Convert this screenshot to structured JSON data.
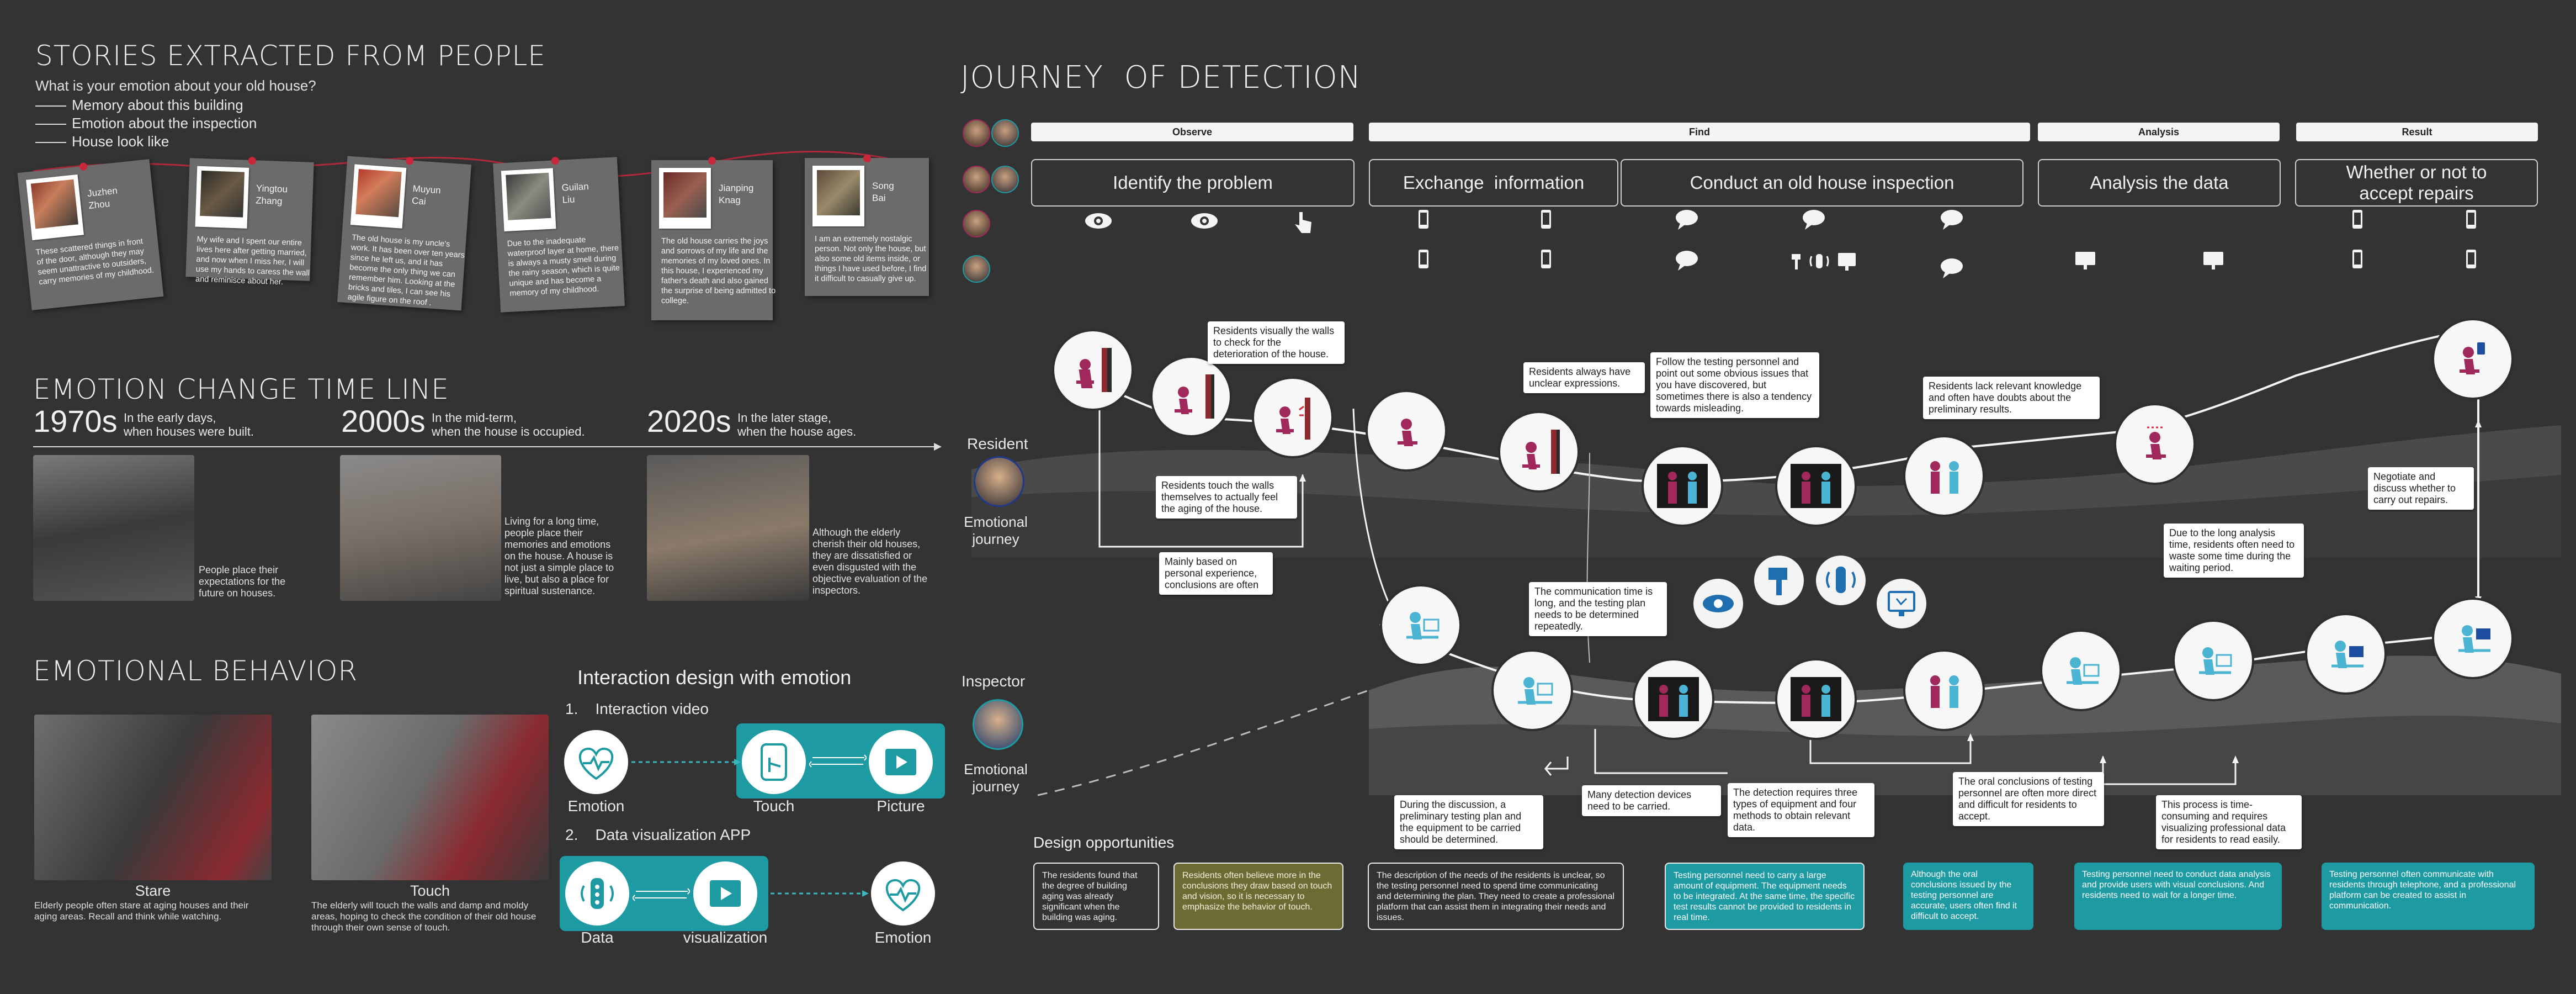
{
  "stories": {
    "title": "STORIES EXTRACTED FROM PEOPLE",
    "question": "What is your emotion about your old house?",
    "bullets": [
      "Memory about this building",
      "Emotion about the inspection",
      "House look like"
    ],
    "cards": [
      {
        "name": "Juzhen\nZhou",
        "text": "These scattered things in front of the door, although they may seem unattractive to outsiders, carry memories of my childhood."
      },
      {
        "name": "Yingtou\nZhang",
        "text": "My wife and I spent our entire lives here after getting married, and now when I miss her, I will use my hands to caress the wall and reminisce about her."
      },
      {
        "name": "Muyun\nCai",
        "text": "The old house is my uncle's work. It has been over ten years since he left us, and it has become the only thing we can remember him. Looking at the bricks and tiles, I can see his agile figure on the roof ."
      },
      {
        "name": "Guilan\nLiu",
        "text": "Due to the inadequate waterproof layer at home, there is always a musty smell during the rainy season, which is quite unique and has become a memory of my childhood."
      },
      {
        "name": "Jianping\nKnag",
        "text": "The old house carries the joys and sorrows of my life and the memories of my loved ones. In this house, I experienced my father's death and also gained the surprise of being admitted to college."
      },
      {
        "name": "Song\nBai",
        "text": "I am an extremely nostalgic person. Not only the house, but also some old items inside, or things I have used before, I find it difficult to casually give up."
      }
    ]
  },
  "timeline": {
    "title": "EMOTION CHANGE TIME LINE",
    "eras": [
      {
        "year": "1970s",
        "sub": "In the early days,\nwhen houses were built.",
        "caption": "People place their expectations for the future on houses."
      },
      {
        "year": "2000s",
        "sub": "In the mid-term,\nwhen the house is occupied.",
        "caption": "Living for a long time, people place their memories and emotions on the house. A house is not just a simple place to live, but also a place for spiritual sustenance."
      },
      {
        "year": "2020s",
        "sub": "In the later stage,\nwhen the house  ages.",
        "caption": "Although the elderly cherish their old houses, they are dissatisfied or even disgusted with the objective evaluation of the inspectors."
      }
    ]
  },
  "behavior": {
    "title": "EMOTIONAL BEHAVIOR",
    "stare_label": "Stare",
    "stare_text": "Elderly people often stare at aging houses and their aging areas. Recall and think while watching.",
    "touch_label": "Touch",
    "touch_text": "The elderly will touch the walls and damp and moldy areas, hoping to check the condition of their old house through their own sense of touch."
  },
  "interaction": {
    "title": "Interaction design with emotion",
    "item1": "1.    Interaction video",
    "item2": "2.    Data visualization APP",
    "row1": [
      "Emotion",
      "Touch",
      "Picture"
    ],
    "row2": [
      "Data",
      "visualization",
      "Emotion"
    ]
  },
  "journey": {
    "title": "JOURNEY  OF DETECTION",
    "stages": [
      "Observe",
      "Find",
      "Analysis",
      "Result"
    ],
    "steps": [
      "Identify the problem",
      "Exchange  information",
      "Conduct an old house inspection",
      "Analysis the data",
      "Whether or not to\naccept repairs"
    ],
    "resident_label": "Resident",
    "inspector_label": "Inspector",
    "emotional_journey": "Emotional\njourney",
    "notes": {
      "n1": "Residents visually the walls  to check for the deterioration of the house.",
      "n2": "Residents touch the walls themselves to actually feel the aging of the house.",
      "n3": "Mainly based on personal experience, conclusions are often",
      "n4": "Residents always have unclear expressions.",
      "n5": "Follow the testing personnel and point out some obvious issues that you have discovered, but sometimes there is also a tendency towards misleading.",
      "n6": "Residents lack relevant knowledge and often have doubts about the preliminary results.",
      "n7": "Negotiate and discuss whether to carry out repairs.",
      "n8": "Due to the long analysis time, residents often need to waste some time during the waiting period.",
      "n9": "The communication time is long, and the testing plan needs to be determined repeatedly.",
      "n10": "During the discussion, a preliminary testing plan and the equipment to be carried should be determined.",
      "n11": "Many detection devices need to be carried.",
      "n12": "The detection requires three types of equipment and four methods to obtain relevant data.",
      "n13": "The oral conclusions of testing personnel are often more direct and difficult for residents to accept.",
      "n14": "This process is time-consuming and requires visualizing professional data for residents to read easily."
    }
  },
  "opportunities": {
    "title": "Design opportunities",
    "items": [
      "The residents found that the degree of building aging was already significant when the building was aging.",
      "Residents often believe more in the conclusions they draw based on touch and vision, so it is necessary to emphasize the behavior of touch.",
      "The description of the needs of the residents is unclear, so the testing personnel need to spend time communicating and determining the plan. They need to create a professional platform that can assist them in integrating their needs and issues.",
      "Testing personnel need to carry a large amount of equipment. The equipment needs to be integrated. At the same time, the specific test results cannot be provided to residents in real time.",
      "Although the oral conclusions issued by the testing personnel are accurate, users often find it difficult to accept.",
      "Testing personnel need to conduct data analysis and provide users with visual conclusions. And residents need to wait for a longer time.",
      "Testing personnel often communicate with residents through telephone, and a professional platform can be created to assist in communication."
    ]
  },
  "colors": {
    "accent": "#1e9aa3",
    "resident": "#a0285a",
    "inspector": "#4ab4d2",
    "olive": "#6e6a33"
  }
}
